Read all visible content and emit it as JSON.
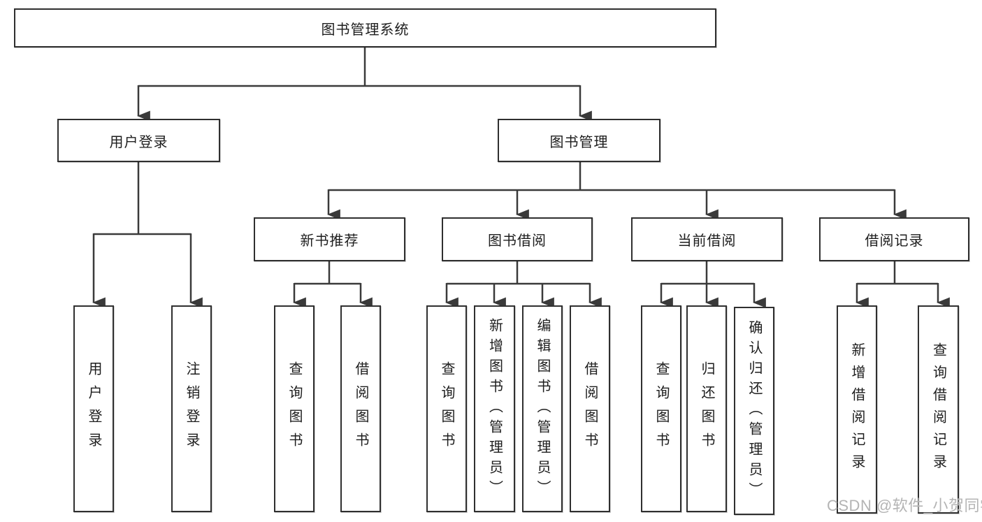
{
  "tree": {
    "root": "图书管理系统",
    "branches": [
      {
        "label": "用户登录",
        "children": [
          "用户登录",
          "注销登录"
        ]
      },
      {
        "label": "图书管理",
        "children": [
          {
            "label": "新书推荐",
            "children": [
              "查询图书",
              "借阅图书"
            ]
          },
          {
            "label": "图书借阅",
            "children": [
              "查询图书",
              "新增图书（管理员）",
              "编辑图书（管理员）",
              "借阅图书"
            ]
          },
          {
            "label": "当前借阅",
            "children": [
              "查询图书",
              "归还图书",
              "确认归还（管理员）"
            ]
          },
          {
            "label": "借阅记录",
            "children": [
              "新增借阅记录",
              "查询借阅记录"
            ]
          }
        ]
      }
    ]
  },
  "watermark": "CSDN @软件_小贺同学",
  "colors": {
    "line": "#3a3a3a",
    "box_border": "#2f2f2f",
    "text": "#1d1d1d",
    "watermark": "#b4b4b4",
    "background": "#ffffff"
  }
}
